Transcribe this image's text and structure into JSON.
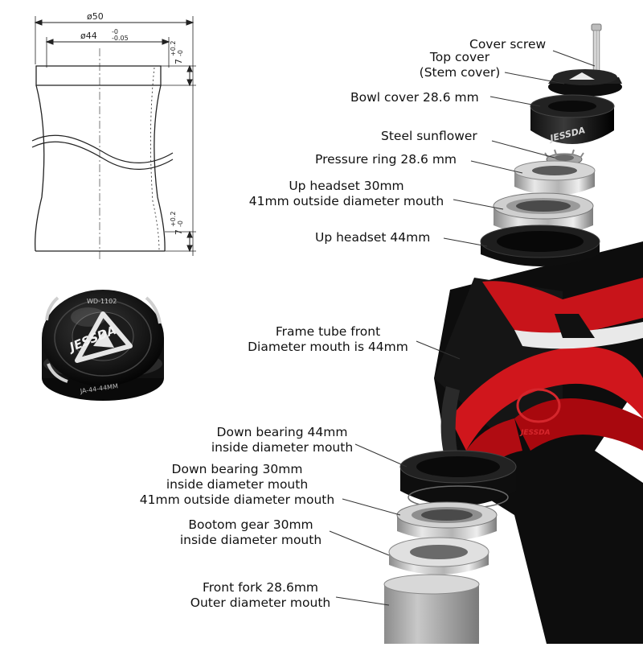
{
  "drawing": {
    "outer_dim": "ø50",
    "inner_dim": "ø44",
    "inner_tol_upper": "-0",
    "inner_tol_lower": "-0.05",
    "height_dim": "7",
    "height_tol_upper": "+0.2",
    "height_tol_lower": "-0"
  },
  "headset_cap": {
    "brand": "JESSDA",
    "model": "WD-1102",
    "size": "JA-44-44MM"
  },
  "frame_logo": "JESSDA",
  "labels": {
    "cover_screw": "Cover screw",
    "top_cover": [
      "Top cover",
      "(Stem cover)"
    ],
    "bowl_cover": "Bowl cover 28.6 mm",
    "steel_sunflower": "Steel sunflower",
    "pressure_ring": "Pressure ring 28.6 mm",
    "up_headset_30": [
      "Up headset 30mm",
      "41mm outside diameter mouth"
    ],
    "up_headset_44": "Up headset 44mm",
    "frame_tube": [
      "Frame tube front",
      "Diameter mouth is 44mm"
    ],
    "down_bearing_44": [
      "Down bearing 44mm",
      "inside diameter mouth"
    ],
    "down_bearing_30": [
      "Down bearing 30mm",
      "inside diameter mouth",
      "41mm outside diameter mouth"
    ],
    "bottom_gear": [
      "Bootom gear 30mm",
      "inside diameter mouth"
    ],
    "front_fork": [
      "Front fork 28.6mm",
      "Outer diameter mouth"
    ]
  }
}
